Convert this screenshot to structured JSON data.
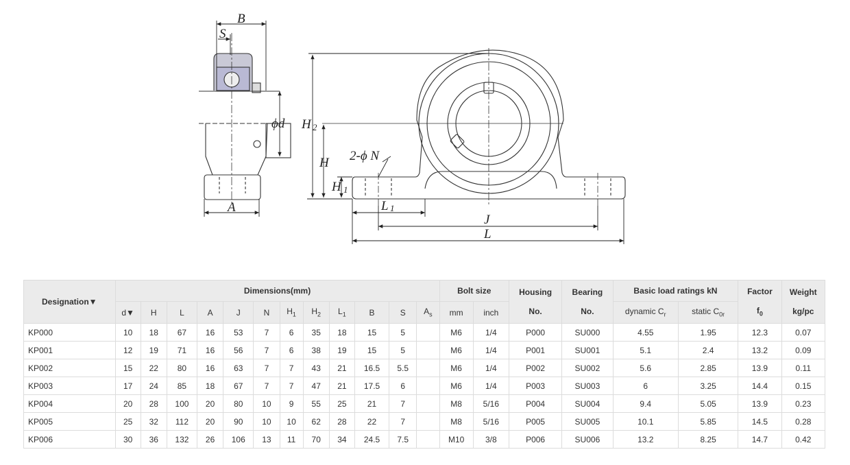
{
  "drawing_labels": {
    "B": "B",
    "S": "S",
    "phi_d": "ϕd",
    "A": "A",
    "H2": "H",
    "H2_sub": "2",
    "H": "H",
    "H1": "H",
    "H1_sub": "1",
    "bolt_hole": "2-ϕ N",
    "L1": "L",
    "L1_sub": "1",
    "J": "J",
    "L": "L"
  },
  "table": {
    "designation_header": "Designation▼",
    "dimensions_header": "Dimensions(mm)",
    "bolt_size_header": "Bolt size",
    "housing_header_1": "Housing",
    "housing_header_2": "No.",
    "bearing_header_1": "Bearing",
    "bearing_header_2": "No.",
    "load_header": "Basic load ratings kN",
    "factor_header_1": "Factor",
    "factor_header_2": "f",
    "factor_header_sub": "0",
    "weight_header_1": "Weight",
    "weight_header_2": "kg/pc",
    "dim_cols": [
      {
        "main": "d▼",
        "sub": ""
      },
      {
        "main": "H",
        "sub": ""
      },
      {
        "main": "L",
        "sub": ""
      },
      {
        "main": "A",
        "sub": ""
      },
      {
        "main": "J",
        "sub": ""
      },
      {
        "main": "N",
        "sub": ""
      },
      {
        "main": "H",
        "sub": "1"
      },
      {
        "main": "H",
        "sub": "2"
      },
      {
        "main": "L",
        "sub": "1"
      },
      {
        "main": "B",
        "sub": ""
      },
      {
        "main": "S",
        "sub": ""
      },
      {
        "main": "A",
        "sub": "s"
      }
    ],
    "bolt_cols": [
      "mm",
      "inch"
    ],
    "load_cols": [
      {
        "main": "dynamic C",
        "sub": "r"
      },
      {
        "main": "static C",
        "sub": "0r"
      }
    ],
    "rows": [
      [
        "KP000",
        "10",
        "18",
        "67",
        "16",
        "53",
        "7",
        "6",
        "35",
        "18",
        "15",
        "5",
        "",
        "M6",
        "1/4",
        "P000",
        "SU000",
        "4.55",
        "1.95",
        "12.3",
        "0.07"
      ],
      [
        "KP001",
        "12",
        "19",
        "71",
        "16",
        "56",
        "7",
        "6",
        "38",
        "19",
        "15",
        "5",
        "",
        "M6",
        "1/4",
        "P001",
        "SU001",
        "5.1",
        "2.4",
        "13.2",
        "0.09"
      ],
      [
        "KP002",
        "15",
        "22",
        "80",
        "16",
        "63",
        "7",
        "7",
        "43",
        "21",
        "16.5",
        "5.5",
        "",
        "M6",
        "1/4",
        "P002",
        "SU002",
        "5.6",
        "2.85",
        "13.9",
        "0.11"
      ],
      [
        "KP003",
        "17",
        "24",
        "85",
        "18",
        "67",
        "7",
        "7",
        "47",
        "21",
        "17.5",
        "6",
        "",
        "M6",
        "1/4",
        "P003",
        "SU003",
        "6",
        "3.25",
        "14.4",
        "0.15"
      ],
      [
        "KP004",
        "20",
        "28",
        "100",
        "20",
        "80",
        "10",
        "9",
        "55",
        "25",
        "21",
        "7",
        "",
        "M8",
        "5/16",
        "P004",
        "SU004",
        "9.4",
        "5.05",
        "13.9",
        "0.23"
      ],
      [
        "KP005",
        "25",
        "32",
        "112",
        "20",
        "90",
        "10",
        "10",
        "62",
        "28",
        "22",
        "7",
        "",
        "M8",
        "5/16",
        "P005",
        "SU005",
        "10.1",
        "5.85",
        "14.5",
        "0.28"
      ],
      [
        "KP006",
        "30",
        "36",
        "132",
        "26",
        "106",
        "13",
        "11",
        "70",
        "34",
        "24.5",
        "7.5",
        "",
        "M10",
        "3/8",
        "P006",
        "SU006",
        "13.2",
        "8.25",
        "14.7",
        "0.42"
      ]
    ]
  }
}
